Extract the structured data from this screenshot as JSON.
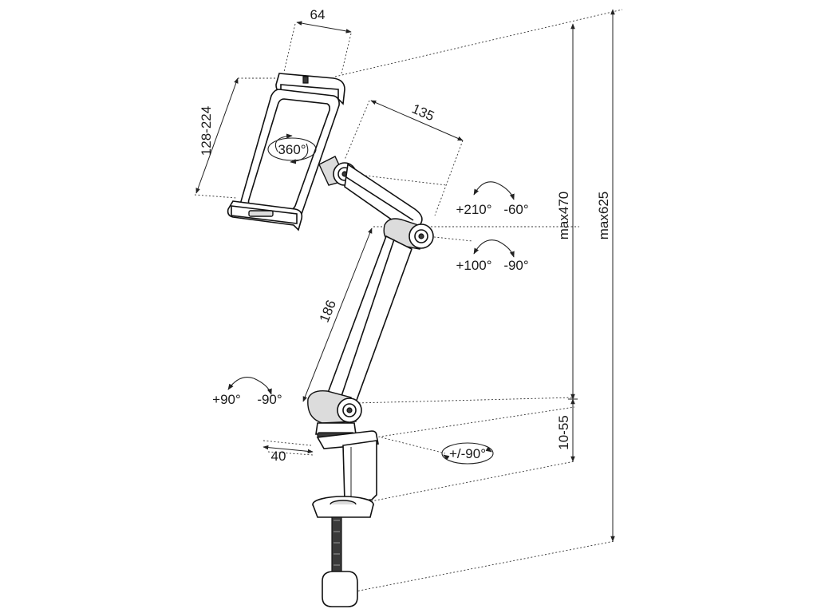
{
  "dimensions": {
    "holder_depth": "64",
    "holder_grip": "128-224",
    "upper_arm": "135",
    "lower_arm": "186",
    "clamp_width": "40",
    "height_max_arm": "max470",
    "height_max_total": "max625",
    "clamp_range": "10-55"
  },
  "rotations": {
    "holder": "360°",
    "upper_joint_pos": "+210°",
    "upper_joint_neg": "-60°",
    "middle_joint_pos": "+100°",
    "middle_joint_neg": "-90°",
    "base_joint_pos": "+90°",
    "base_joint_neg": "-90°",
    "base_swivel": "+/-90°"
  }
}
